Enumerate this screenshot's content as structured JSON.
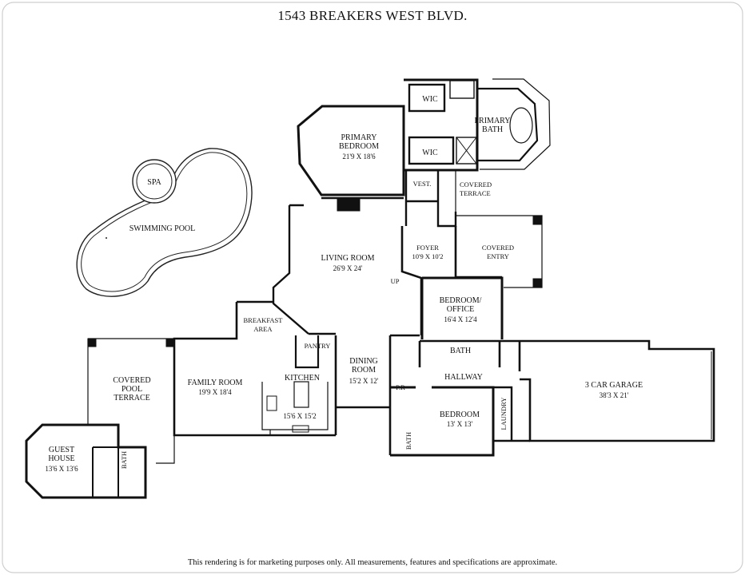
{
  "title": "1543 BREAKERS WEST BLVD.",
  "disclaimer": "This rendering is for marketing purposes only. All measurements, features and specifications are approximate.",
  "rooms": {
    "primary_bedroom": {
      "name": "PRIMARY\nBEDROOM",
      "dims": "21'9 X 18'6"
    },
    "wic_top": {
      "name": "WIC"
    },
    "wic_bottom": {
      "name": "WIC"
    },
    "primary_bath": {
      "name": "PRIMARY\nBATH"
    },
    "vest": {
      "name": "VEST."
    },
    "covered_terrace": {
      "name": "COVERED\nTERRACE"
    },
    "spa": {
      "name": "SPA"
    },
    "swimming_pool": {
      "name": "SWIMMING POOL"
    },
    "living_room": {
      "name": "LIVING ROOM",
      "dims": "26'9 X 24'"
    },
    "foyer": {
      "name": "FOYER",
      "dims": "10'9 X 10'2"
    },
    "covered_entry": {
      "name": "COVERED\nENTRY"
    },
    "up": {
      "name": "UP"
    },
    "bedroom_office": {
      "name": "BEDROOM/\nOFFICE",
      "dims": "16'4 X 12'4"
    },
    "breakfast_area": {
      "name": "BREAKFAST\nAREA"
    },
    "pantry": {
      "name": "PANTRY"
    },
    "kitchen": {
      "name": "KITCHEN",
      "dims": "15'6 X 15'2"
    },
    "dining_room": {
      "name": "DINING\nROOM",
      "dims": "15'2 X 12'"
    },
    "bath_hall": {
      "name": "BATH"
    },
    "hallway": {
      "name": "HALLWAY"
    },
    "garage": {
      "name": "3 CAR GARAGE",
      "dims": "38'3 X 21'"
    },
    "covered_pool_terrace": {
      "name": "COVERED\nPOOL\nTERRACE"
    },
    "family_room": {
      "name": "FAMILY ROOM",
      "dims": "19'9 X 18'4"
    },
    "powder_room": {
      "name": "P.R"
    },
    "bath_bedroom": {
      "name": "BATH"
    },
    "bedroom": {
      "name": "BEDROOM",
      "dims": "13' X 13'"
    },
    "laundry": {
      "name": "LAUNDRY"
    },
    "guest_house": {
      "name": "GUEST\nHOUSE",
      "dims": "13'6 X 13'6"
    },
    "bath_guest": {
      "name": "BATH"
    }
  }
}
